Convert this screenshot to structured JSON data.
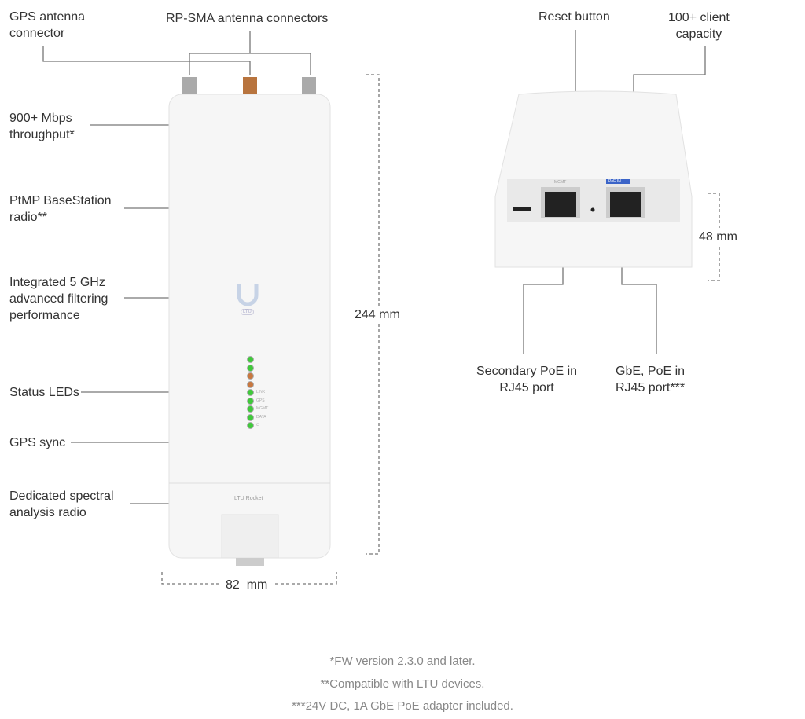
{
  "callouts": {
    "gps_antenna": "GPS antenna\nconnector",
    "rp_sma": "RP-SMA antenna connectors",
    "throughput": "900+ Mbps\nthroughput*",
    "ptmp": "PtMP BaseStation\nradio**",
    "filtering": "Integrated 5 GHz\nadvanced filtering\nperformance",
    "status_leds": "Status LEDs",
    "gps_sync": "GPS sync",
    "spectral": "Dedicated spectral\nanalysis radio",
    "reset": "Reset button",
    "clients": "100+ client\ncapacity",
    "secondary_poe": "Secondary PoE in\nRJ45 port",
    "gbe_poe": "GbE, PoE in\nRJ45 port***"
  },
  "dimensions": {
    "height": "244 mm",
    "width": "82  mm",
    "depth": "48 mm"
  },
  "device": {
    "name": "LTU Rocket",
    "logo_badge": "LTU",
    "port_mgmt": "MGMT",
    "port_poe": "PoE IN",
    "leds": [
      {
        "color": "#3fc93a"
      },
      {
        "color": "#3fc93a"
      },
      {
        "color": "#c8773f"
      },
      {
        "color": "#c8773f"
      },
      {
        "color": "#3fc93a",
        "label": "LINK"
      },
      {
        "color": "#3fc93a",
        "label": "GPS"
      },
      {
        "color": "#3fc93a",
        "label": "MGMT"
      },
      {
        "color": "#3fc93a",
        "label": "DATA"
      },
      {
        "color": "#3fc93a",
        "label": "⏻"
      }
    ]
  },
  "footnotes": [
    "*FW version 2.3.0 and later.",
    "**Compatible with LTU devices.",
    "***24V DC, 1A GbE PoE adapter included."
  ]
}
